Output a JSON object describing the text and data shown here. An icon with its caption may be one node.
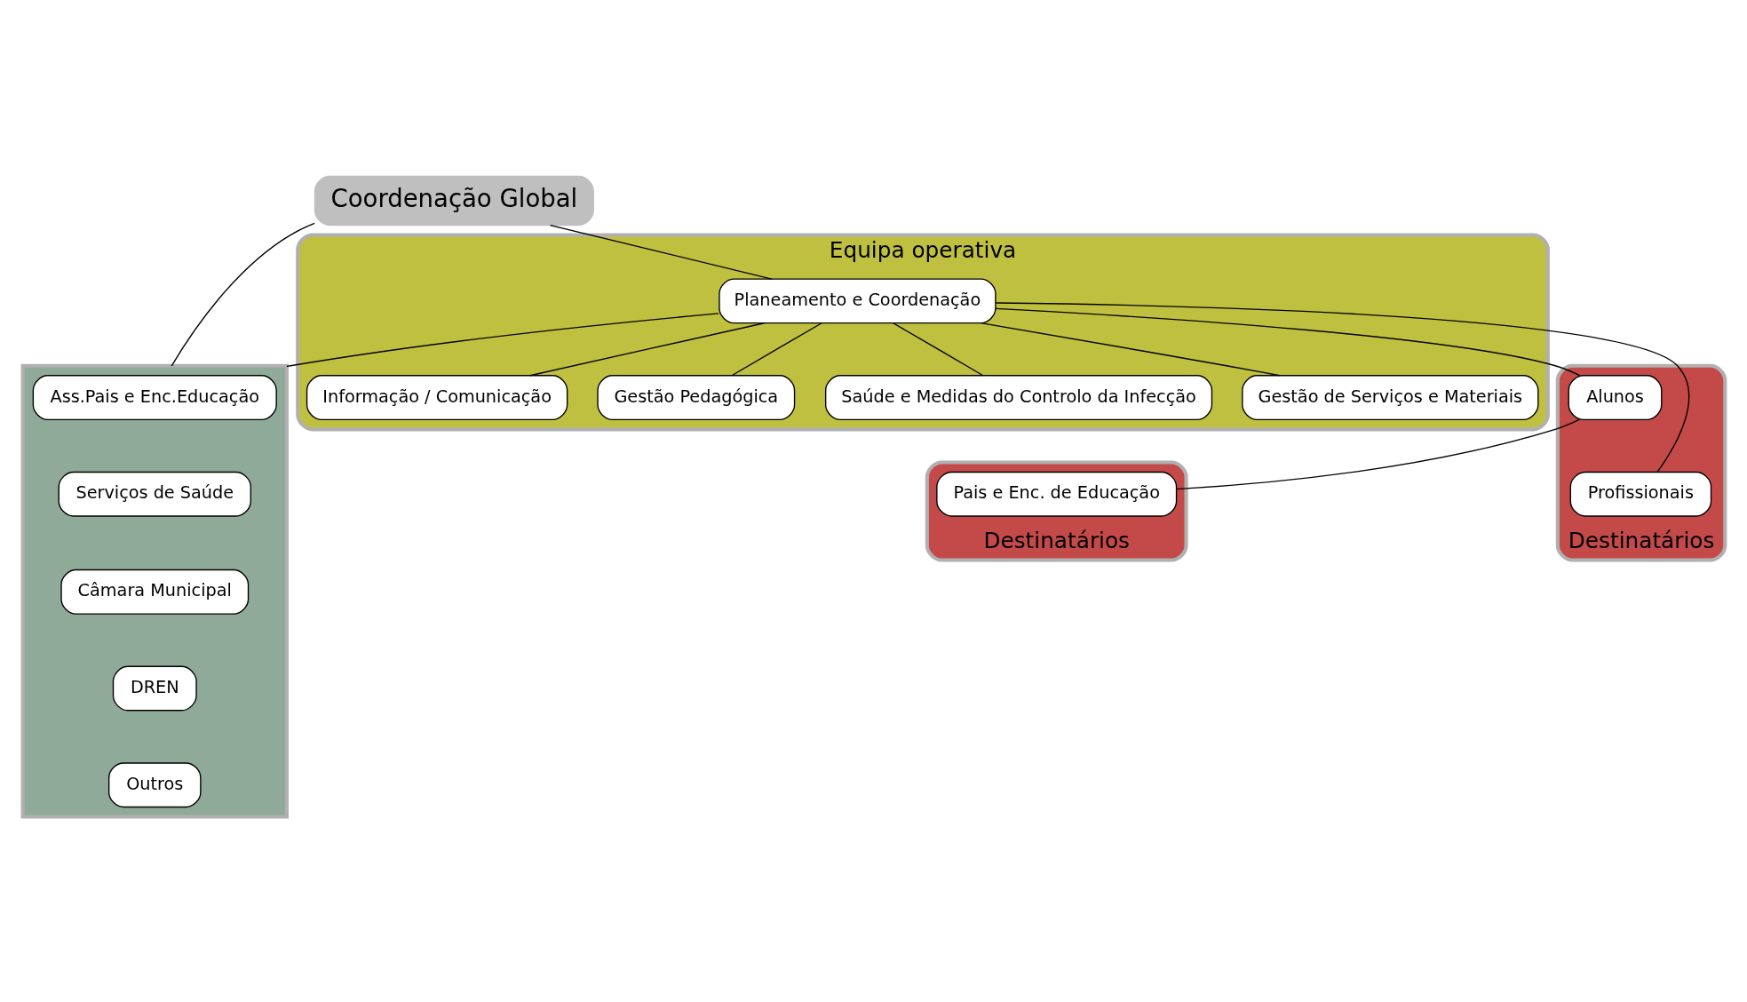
{
  "diagram": {
    "nodes": [
      {
        "text": [
          "Coordenação Global"
        ]
      },
      {
        "text": [
          "Equipa operativa"
        ]
      },
      {
        "text": [
          "Planeamento e Coordenação"
        ],
        "in": 1
      },
      {
        "text": [
          "Saúde e Medidas do Controlo da Infecção"
        ],
        "in": 1
      },
      {
        "text": [
          "Gestão de Serviços e Materiais"
        ],
        "in": 1
      },
      {
        "text": [
          "Informação / Comunicação"
        ],
        "in": 1
      },
      {
        "text": [
          "Gestão Pedagógica"
        ],
        "in": 1
      },
      {
        "text": [],
        "shape": "box"
      },
      {
        "text": [
          "Ass.Pais e Enc.Educação"
        ],
        "in": 7
      },
      {
        "text": [
          "Serviços de Saúde"
        ],
        "in": 7
      },
      {
        "text": [
          "Câmara Municipal"
        ],
        "in": 7
      },
      {
        "text": [
          "DREN"
        ],
        "in": 7
      },
      {
        "text": [
          "Outros"
        ],
        "in": 7
      },
      {
        "text": [
          "Destinatários"
        ]
      },
      {
        "text": [
          "Profissionais"
        ],
        "in": 13
      },
      {
        "text": [
          "Alunos"
        ],
        "in": 13
      },
      {
        "text": [
          "Destinatários"
        ]
      },
      {
        "text": [
          "Pais e Enc. de Educação"
        ],
        "in": 16
      }
    ],
    "edges": [
      {
        "from": 0,
        "to": 2,
        "arrow": "none"
      },
      {
        "from": 0,
        "to": 7,
        "arrow": "none"
      },
      {
        "from": 2,
        "to": 7,
        "arrow": "none"
      },
      {
        "from": 2,
        "to": 3,
        "arrow": "none"
      },
      {
        "from": 2,
        "to": 4,
        "arrow": "none"
      },
      {
        "from": 2,
        "to": 5,
        "arrow": "none"
      },
      {
        "from": 2,
        "to": 6,
        "arrow": "none"
      },
      {
        "from": 2,
        "to": 14,
        "arrow": "none"
      },
      {
        "from": 2,
        "to": 15,
        "arrow": "none"
      },
      {
        "from": 15,
        "to": 17,
        "arrow": "none"
      }
    ]
  }
}
